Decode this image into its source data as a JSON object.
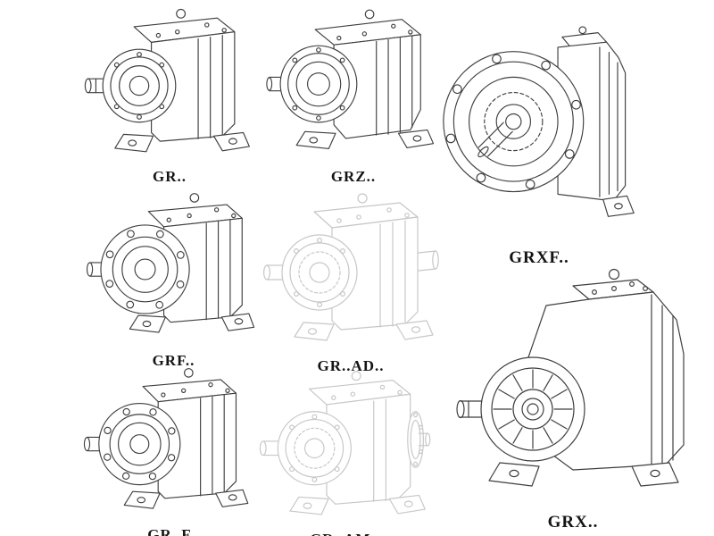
{
  "page": {
    "background": "#ffffff",
    "line_color": "#3f3f3f",
    "faded_line_color": "#c7c7c7",
    "label_color": "#141414"
  },
  "catalog": {
    "description_of_content": "Eight isometric technical line drawings of helical gear reducer variants arranged in a grid, each with a bold model-series caption",
    "items": [
      {
        "id": "gr",
        "label": "GR..",
        "rendering": "solid-line",
        "drawing": "foot-mounted-gearbox-shaft-left"
      },
      {
        "id": "grz",
        "label": "GRZ..",
        "rendering": "solid-line",
        "drawing": "foot-mounted-gearbox-shaft-left"
      },
      {
        "id": "grxf",
        "label": "GRXF..",
        "rendering": "solid-line",
        "drawing": "large-flange-front-gearbox"
      },
      {
        "id": "grf",
        "label": "GRF..",
        "rendering": "solid-line",
        "drawing": "flange-mounted-gearbox-shaft-left"
      },
      {
        "id": "gr-ad",
        "label": "GR..AD..",
        "rendering": "light-gray-line",
        "drawing": "gearbox-with-input-adapter"
      },
      {
        "id": "gr-f",
        "label": "GR..F",
        "rendering": "solid-line",
        "drawing": "foot-and-flange-gearbox-shaft-left"
      },
      {
        "id": "gr-am",
        "label": "GR..AM..",
        "rendering": "light-gray-line",
        "drawing": "gearbox-with-motor-adapter-flange"
      },
      {
        "id": "grx",
        "label": "GRX..",
        "rendering": "solid-line",
        "drawing": "large-foot-mounted-gearbox-radial-fins"
      }
    ]
  }
}
